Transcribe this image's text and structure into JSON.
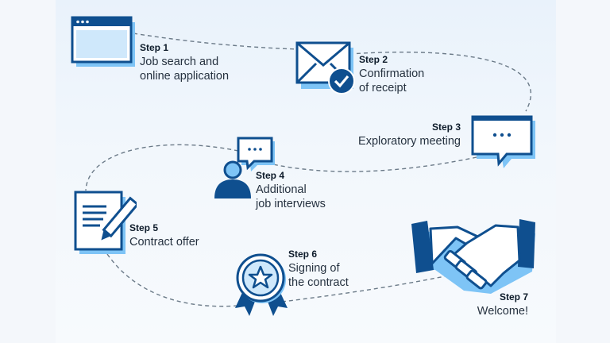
{
  "colors": {
    "dark": "#0f4f8f",
    "light": "#7ec4f6",
    "path": "#6b7a88",
    "text": "#263240",
    "background": "#eef5fc"
  },
  "steps": [
    {
      "number": "Step 1",
      "desc_lines": [
        "Job search and",
        "online application"
      ],
      "icon": "browser-window-icon"
    },
    {
      "number": "Step 2",
      "desc_lines": [
        "Confirmation",
        "of receipt"
      ],
      "icon": "envelope-check-icon"
    },
    {
      "number": "Step 3",
      "desc_lines": [
        "Exploratory meeting"
      ],
      "icon": "chat-bubble-icon"
    },
    {
      "number": "Step 4",
      "desc_lines": [
        "Additional",
        "job interviews"
      ],
      "icon": "person-speech-icon"
    },
    {
      "number": "Step 5",
      "desc_lines": [
        "Contract offer"
      ],
      "icon": "document-pen-icon"
    },
    {
      "number": "Step 6",
      "desc_lines": [
        "Signing of",
        "the contract"
      ],
      "icon": "award-seal-icon"
    },
    {
      "number": "Step 7",
      "desc_lines": [
        "Welcome!"
      ],
      "icon": "handshake-icon"
    }
  ]
}
